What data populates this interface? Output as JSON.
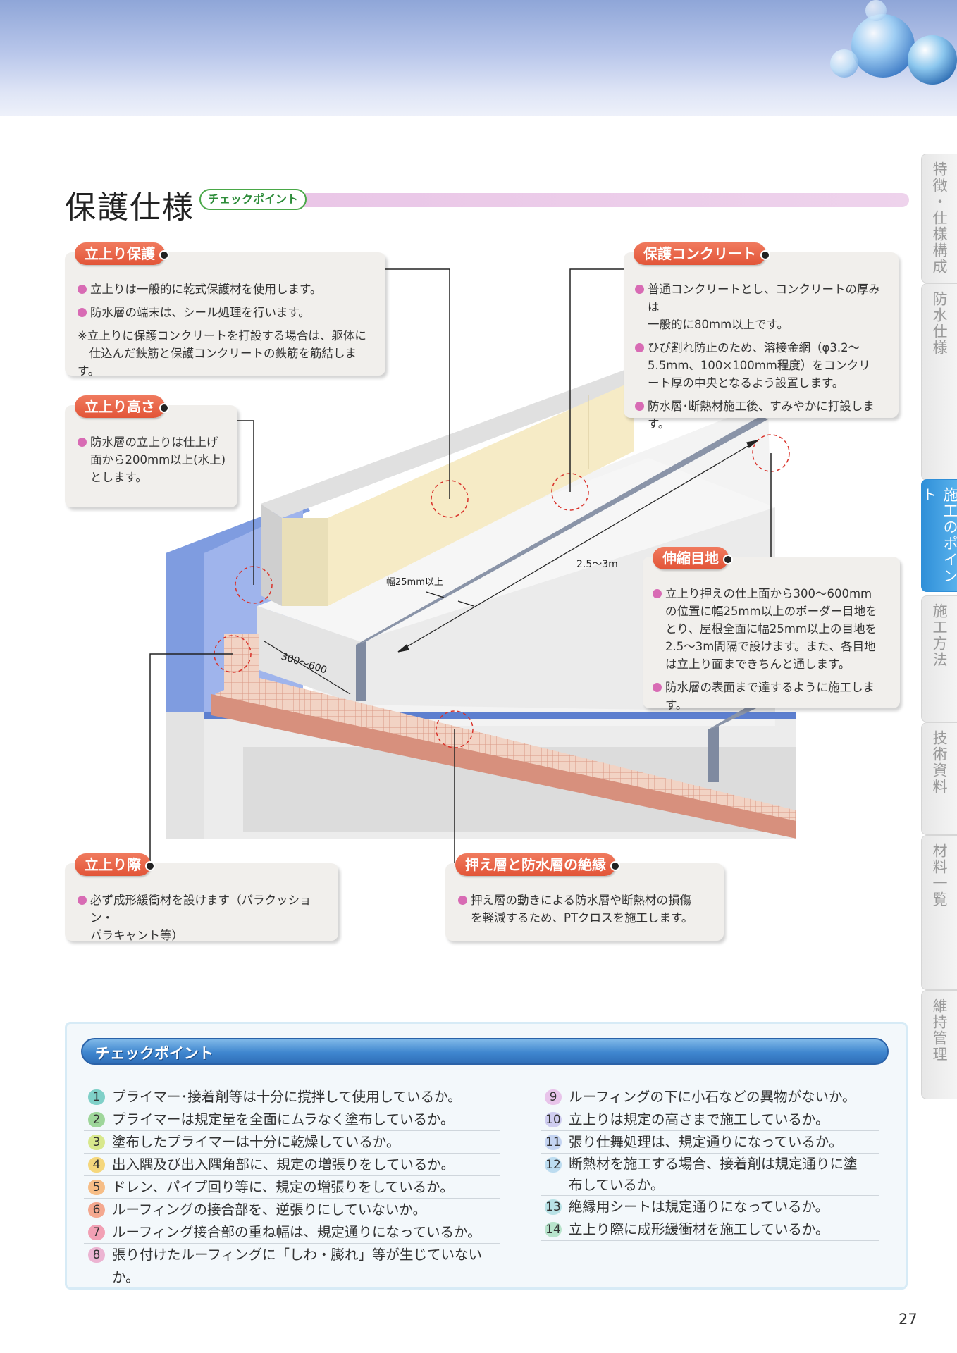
{
  "title": "保護仕様",
  "title_badge": "チェックポイント",
  "side_tabs": [
    {
      "label": "特徴・仕様構成",
      "active": false
    },
    {
      "label": "防水仕様",
      "active": false
    },
    {
      "label": "施工のポイント",
      "active": true
    },
    {
      "label": "施工方法",
      "active": false
    },
    {
      "label": "技術資料",
      "active": false
    },
    {
      "label": "材料一覧",
      "active": false
    },
    {
      "label": "維持管理",
      "active": false
    }
  ],
  "callouts": {
    "tachiagari_hogo": {
      "title": "立上り保護",
      "items": [
        "立上りは一般的に乾式保護材を使用します。",
        "防水層の端末は、シール処理を行います。"
      ],
      "note": "※立上りに保護コンクリートを打設する場合は、躯体に\n　仕込んだ鉄筋と保護コンクリートの鉄筋を筋結します。"
    },
    "tachiagari_takasa": {
      "title": "立上り高さ",
      "items": [
        "防水層の立上りは仕上げ\n面から200mm以上(水上)\nとします。"
      ]
    },
    "hogo_concrete": {
      "title": "保護コンクリート",
      "items": [
        "普通コンクリートとし、コンクリートの厚みは\n一般的に80mm以上です。",
        "ひび割れ防止のため、溶接金網（φ3.2～\n5.5mm、100×100mm程度）をコンクリ\nート厚の中央となるよう設置します。",
        "防水層･断熱材施工後、すみやかに打設します。"
      ]
    },
    "shinshuku_meji": {
      "title": "伸縮目地",
      "items": [
        "立上り押えの仕上面から300～600mm\nの位置に幅25mm以上のボーダー目地を\nとり、屋根全面に幅25mm以上の目地を\n2.5～3m間隔で設けます。また、各目地\nは立上り面まできちんと通します。",
        "防水層の表面まで達するように施工します。"
      ]
    },
    "tachiagari_giwa": {
      "title": "立上り際",
      "items": [
        "必ず成形緩衝材を設けます（パラクッション・\nパラキャント等）"
      ]
    },
    "osaeso_zetsuen": {
      "title": "押え層と防水層の絶縁",
      "items": [
        "押え層の動きによる防水層や断熱材の損傷\nを軽減するため、PTクロスを施工します。"
      ]
    }
  },
  "diagram_labels": {
    "width_label": "幅25mm以上",
    "spacing_label": "2.5～3m",
    "distance_label": "300～600"
  },
  "checklist": {
    "title": "チェックポイント",
    "left": [
      {
        "num": "1",
        "text": "プライマー･接着剤等は十分に撹拌して使用しているか。",
        "color": "#7fd0c8"
      },
      {
        "num": "2",
        "text": "プライマーは規定量を全面にムラなく塗布しているか。",
        "color": "#9ed69a"
      },
      {
        "num": "3",
        "text": "塗布したプライマーは十分に乾燥しているか。",
        "color": "#d8e88c"
      },
      {
        "num": "4",
        "text": "出入隅及び出入隅角部に、規定の増張りをしているか。",
        "color": "#f5d77c"
      },
      {
        "num": "5",
        "text": "ドレン、パイプ回り等に、規定の増張りをしているか。",
        "color": "#f6bd86"
      },
      {
        "num": "6",
        "text": "ルーフィングの接合部を、逆張りにしていないか。",
        "color": "#f4a88f"
      },
      {
        "num": "7",
        "text": "ルーフィング接合部の重ね幅は、規定通りになっているか。",
        "color": "#f2a0b4"
      },
      {
        "num": "8",
        "text": "張り付けたルーフィングに「しわ・膨れ」等が生じていないか。",
        "color": "#ecb4d2"
      }
    ],
    "right": [
      {
        "num": "9",
        "text": "ルーフィングの下に小石などの異物がないか。",
        "color": "#e8c4ea"
      },
      {
        "num": "10",
        "text": "立上りは規定の高さまで施工しているか。",
        "color": "#cfcdf0"
      },
      {
        "num": "11",
        "text": "張り仕舞処理は、規定通りになっているか。",
        "color": "#c4d4f2"
      },
      {
        "num": "12",
        "text": "断熱材を施工する場合、接着剤は規定通りに塗\n布しているか。",
        "color": "#bcdcf0"
      },
      {
        "num": "13",
        "text": "絶縁用シートは規定通りになっているか。",
        "color": "#b8e2e6"
      },
      {
        "num": "14",
        "text": "立上り際に成形緩衝材を施工しているか。",
        "color": "#b8e4cc"
      }
    ]
  },
  "page_number": "27"
}
